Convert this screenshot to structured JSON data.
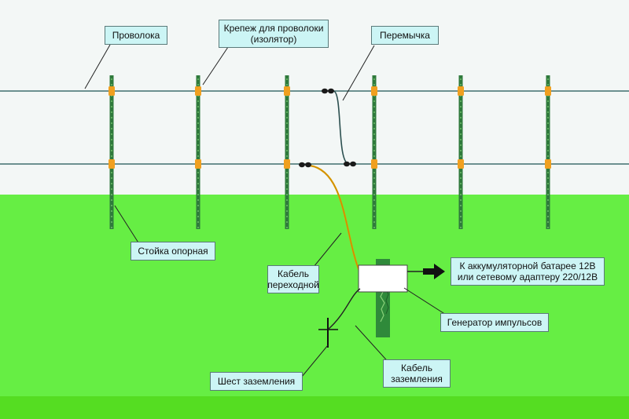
{
  "colors": {
    "sky": "#f3f7f6",
    "grass": "#66ee44",
    "grass_bottom": "#55dd22",
    "wire": "#3f6f6f",
    "post": "#2f7a3c",
    "insulator": "#f0a020",
    "callout_bg": "#ccf5f5"
  },
  "labels": {
    "wire": "Проволока",
    "insulator_line1": "Крепеж для проволоки",
    "insulator_line2": "(изолятор)",
    "jumper": "Перемычка",
    "post": "Стойка опорная",
    "transition_cable_line1": "Кабель",
    "transition_cable_line2": "переходной",
    "battery_line1": "К аккумуляторной батарее 12В",
    "battery_line2": "или сетевому адаптеру 220/12В",
    "generator": "Генератор импульсов",
    "ground_rod": "Шест заземления",
    "ground_cable_line1": "Кабель",
    "ground_cable_line2": "заземления"
  },
  "icons": {
    "arrow": "right-arrow-icon",
    "connector": "wire-connector-icon"
  }
}
